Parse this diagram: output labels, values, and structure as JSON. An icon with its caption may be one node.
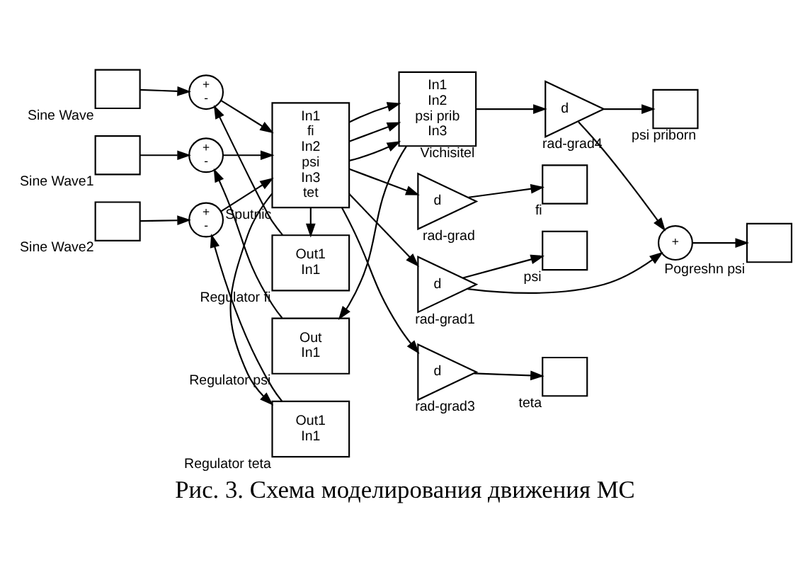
{
  "diagram": {
    "caption": "Рис. 3. Схема моделирования движения МС",
    "nodes": [
      {
        "text": [],
        "shape": "box",
        "beside": [
          "Sine Wave"
        ]
      },
      {
        "text": [],
        "shape": "box",
        "beside": [
          "Sine Wave1"
        ]
      },
      {
        "text": [],
        "shape": "box",
        "beside": [
          "Sine Wave2"
        ]
      },
      {
        "text": [
          "+",
          "-"
        ]
      },
      {
        "text": [
          "+",
          "-"
        ]
      },
      {
        "text": [
          "+",
          "-"
        ]
      },
      {
        "text": [
          "Out1",
          "In1"
        ],
        "beside": [
          "Regulator fi"
        ]
      },
      {
        "text": [
          "In1",
          "fi",
          "In2",
          "psi",
          "In3",
          "tet"
        ],
        "beside": [
          "Sputnic"
        ]
      },
      {
        "text": [
          "In1",
          "In2",
          "psi prib",
          "In3"
        ],
        "beside": [
          "Vichisitel"
        ]
      },
      {
        "text": [
          "Out",
          "In1"
        ],
        "beside": [
          "Regulator psi"
        ]
      },
      {
        "text": [
          "Out1",
          "In1"
        ],
        "beside": [
          "Regulator teta"
        ]
      },
      {
        "text": [
          "d"
        ],
        "beside": [
          "rad-grad"
        ]
      },
      {
        "text": [
          "d"
        ],
        "beside": [
          "rad-grad1"
        ]
      },
      {
        "text": [
          "d"
        ],
        "beside": [
          "rad-grad4"
        ]
      },
      {
        "text": [
          "d"
        ],
        "beside": [
          "rad-grad3"
        ]
      },
      {
        "text": [],
        "shape": "box",
        "beside": [
          "fi"
        ]
      },
      {
        "text": [],
        "shape": "box",
        "beside": [
          "psi"
        ]
      },
      {
        "text": [
          "+"
        ]
      },
      {
        "text": [],
        "shape": "box",
        "beside": [
          "Pogreshn psi"
        ]
      },
      {
        "text": [],
        "shape": "box",
        "beside": [
          "psi priborn"
        ]
      },
      {
        "text": [],
        "shape": "box",
        "beside": [
          "teta"
        ]
      }
    ],
    "edges": [
      {
        "from": 0,
        "to": 3,
        "arrow": "to"
      },
      {
        "from": 6,
        "to": 3,
        "arrow": "to"
      },
      {
        "from": 3,
        "to": 7,
        "arrow": "to"
      },
      {
        "from": 1,
        "to": 4,
        "arrow": "to"
      },
      {
        "from": 9,
        "to": 4,
        "arrow": "to"
      },
      {
        "from": 4,
        "to": 7,
        "arrow": "to"
      },
      {
        "from": 2,
        "to": 5,
        "arrow": "to"
      },
      {
        "from": 10,
        "to": 5,
        "arrow": "to"
      },
      {
        "from": 5,
        "to": 7,
        "arrow": "to"
      },
      {
        "from": 7,
        "to": 6,
        "arrow": "to"
      },
      {
        "from": 7,
        "to": 11,
        "arrow": "to"
      },
      {
        "from": 7,
        "to": 8,
        "arrow": "to"
      },
      {
        "from": 7,
        "to": 12,
        "arrow": "to"
      },
      {
        "from": 7,
        "to": 8,
        "arrow": "to"
      },
      {
        "from": 7,
        "to": 8,
        "arrow": "to"
      },
      {
        "from": 7,
        "to": 10,
        "arrow": "to"
      },
      {
        "from": 7,
        "to": 14,
        "arrow": "to"
      },
      {
        "from": 8,
        "to": 13,
        "arrow": "to"
      },
      {
        "from": 8,
        "to": 9,
        "arrow": "to"
      },
      {
        "from": 11,
        "to": 15,
        "arrow": "to"
      },
      {
        "from": 12,
        "to": 16,
        "arrow": "to"
      },
      {
        "from": 12,
        "to": 17,
        "arrow": "to"
      },
      {
        "from": 13,
        "to": 17,
        "arrow": "to"
      },
      {
        "from": 13,
        "to": 19,
        "arrow": "to"
      },
      {
        "from": 17,
        "to": 18,
        "arrow": "to"
      },
      {
        "from": 14,
        "to": 20,
        "arrow": "to"
      }
    ]
  }
}
